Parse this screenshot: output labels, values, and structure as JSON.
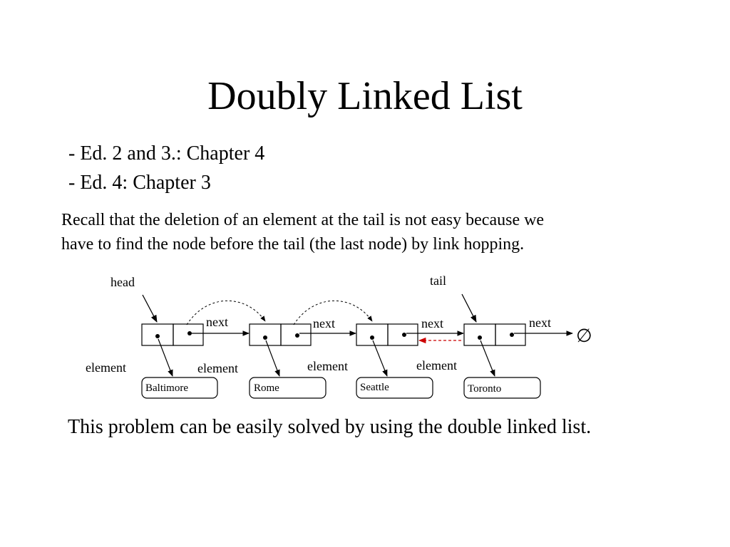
{
  "slide": {
    "title": "Doubly Linked List",
    "editions": [
      "- Ed. 2 and 3.: Chapter 4",
      "- Ed. 4: Chapter 3"
    ],
    "recall_lines": [
      "Recall that the deletion of an element at the tail is not easy because we",
      "have to find the node before the tail (the last node) by link hopping."
    ],
    "conclusion": "This problem can be easily solved by using the double linked list."
  },
  "diagram": {
    "head_label": "head",
    "tail_label": "tail",
    "next_label": "next",
    "element_label": "element",
    "null_symbol": "∅",
    "cities": [
      "Baltimore",
      "Rome",
      "Seattle",
      "Toronto"
    ],
    "colors": {
      "stroke": "#000000",
      "back_link": "#cc0000"
    }
  }
}
